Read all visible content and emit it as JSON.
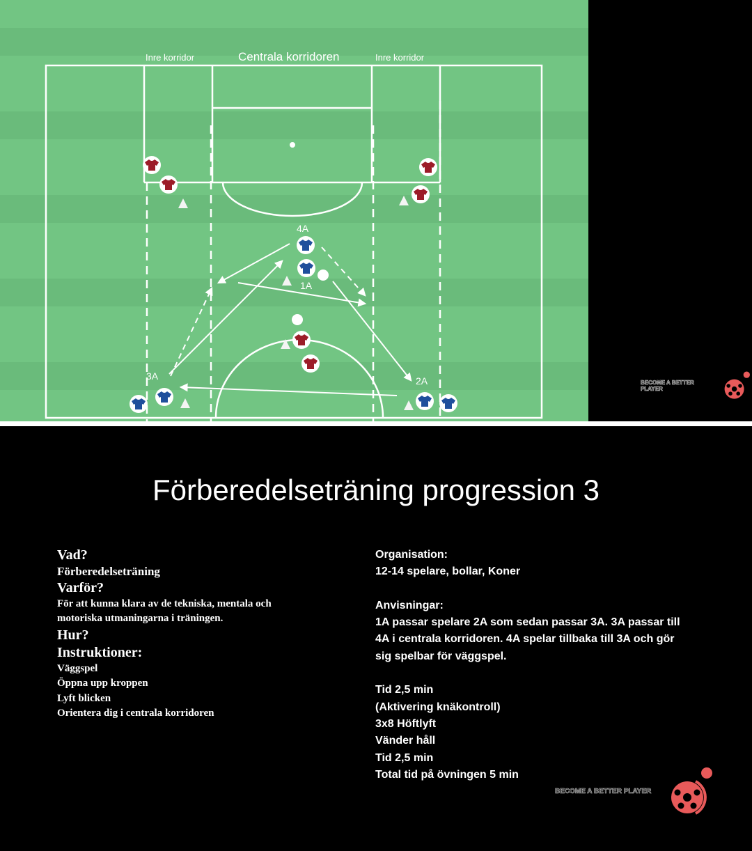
{
  "diagram": {
    "labels": {
      "inner_left": "Inre korridor",
      "central": "Centrala korridoren",
      "inner_right": "Inre korridor"
    },
    "players": {
      "p1": "1A",
      "p2": "2A",
      "p3": "3A",
      "p4": "4A"
    },
    "colors": {
      "field": "#72c583",
      "home": "#1f4f9c",
      "away": "#9c1c28",
      "accent": "#e85a5a"
    }
  },
  "logo_text": "BECOME A BETTER PLAYER",
  "title": "Förberedelseträning progression 3",
  "left": {
    "vad": "Vad?",
    "vad_text": "Förberedelseträning",
    "varfor": "Varför?",
    "varfor_l1": "För att kunna klara av de tekniska, mentala och",
    "varfor_l2": "motoriska utmaningarna i träningen.",
    "hur": "Hur?",
    "instr": "Instruktioner:",
    "items": [
      "Väggspel",
      "Öppna upp kroppen",
      "Lyft blicken",
      "Orientera dig i centrala korridoren"
    ]
  },
  "right": {
    "lines": [
      "Organisation:",
      "12-14 spelare, bollar, Koner",
      "",
      "Anvisningar:",
      "1A passar spelare 2A som sedan passar 3A. 3A passar till",
      "4A i centrala korridoren. 4A spelar tillbaka till 3A och gör",
      "sig spelbar för väggspel.",
      "",
      "Tid 2,5 min",
      "(Aktivering knäkontroll)",
      "3x8 Höftlyft",
      "Vänder håll",
      "Tid 2,5 min",
      "Total tid på övningen 5 min"
    ]
  }
}
